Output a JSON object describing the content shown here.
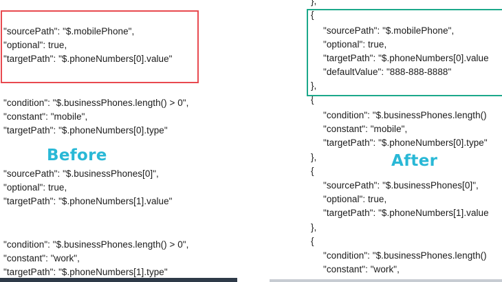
{
  "before": {
    "caption": "Before",
    "lines": [
      "\"sourcePath\": \"$.mobilePhone\",",
      "\"optional\": true,",
      "\"targetPath\": \"$.phoneNumbers[0].value\"",
      "\"condition\": \"$.businessPhones.length() > 0\",",
      "\"constant\": \"mobile\",",
      "\"targetPath\": \"$.phoneNumbers[0].type\"",
      "\"sourcePath\": \"$.businessPhones[0]\",",
      "\"optional\": true,",
      "\"targetPath\": \"$.phoneNumbers[1].value\"",
      "\"condition\": \"$.businessPhones.length() > 0\",",
      "\"constant\": \"work\",",
      "\"targetPath\": \"$.phoneNumbers[1].type\""
    ]
  },
  "after": {
    "caption": "After",
    "lines": [
      "},",
      "{",
      "\"sourcePath\": \"$.mobilePhone\",",
      "\"optional\": true,",
      "\"targetPath\": \"$.phoneNumbers[0].value",
      "\"defaultValue\": \"888-888-8888\"",
      "},",
      "{",
      "\"condition\": \"$.businessPhones.length()",
      "\"constant\": \"mobile\",",
      "\"targetPath\": \"$.phoneNumbers[0].type\"",
      "},",
      "{",
      "\"sourcePath\": \"$.businessPhones[0]\",",
      "\"optional\": true,",
      "\"targetPath\": \"$.phoneNumbers[1].value",
      "},",
      "{",
      "\"condition\": \"$.businessPhones.length()",
      "\"constant\": \"work\","
    ]
  }
}
